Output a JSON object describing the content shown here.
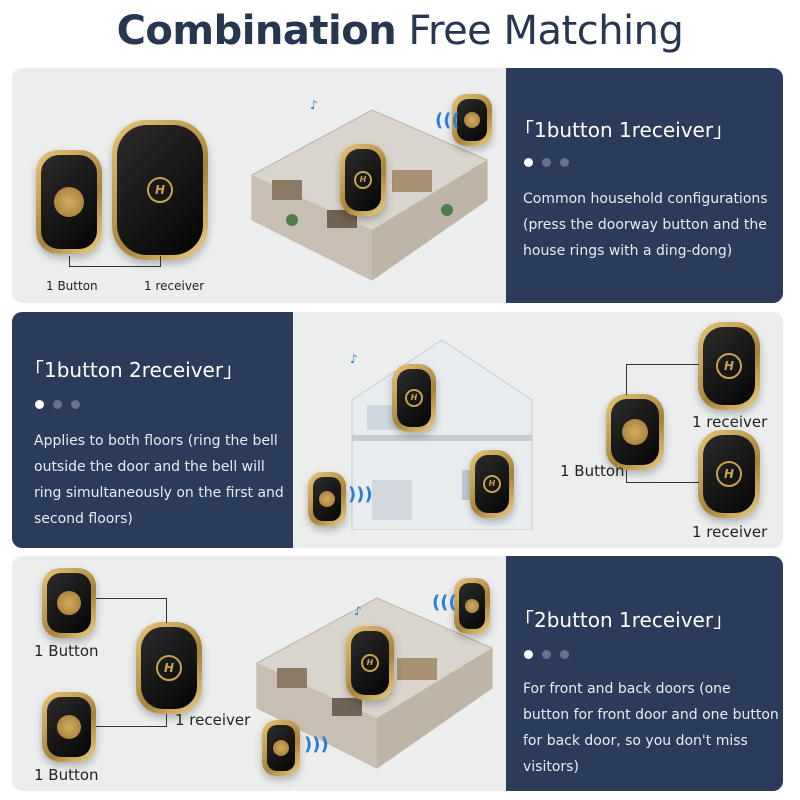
{
  "title": {
    "bold": "Combination",
    "light": "Free Matching"
  },
  "panels": [
    {
      "heading": "「1button 1receiver」",
      "description": "Common household configurations (press the doorway button and the house rings with a ding-dong)",
      "labels": {
        "button": "1 Button",
        "receiver": "1 receiver"
      }
    },
    {
      "heading": "「1button 2receiver」",
      "description": "Applies to both floors (ring the bell outside the door and the bell will ring simultaneously on the first and second floors)",
      "labels": {
        "button": "1 Button",
        "receiver_top": "1 receiver",
        "receiver_bottom": "1 receiver"
      }
    },
    {
      "heading": "「2button 1receiver」",
      "description": "For front and back doors (one button for front door and one button for back door, so you don't miss visitors)",
      "labels": {
        "button_top": "1 Button",
        "button_bottom": "1 Button",
        "receiver": "1 receiver"
      }
    }
  ],
  "colors": {
    "navy": "#2a3c59",
    "gold": "#c9a050",
    "panel_bg": "#eceded",
    "title": "#27374f"
  },
  "icons": [
    "doorbell-button-icon",
    "doorbell-receiver-icon",
    "house-scene-icon",
    "signal-wave-icon",
    "music-note-icon"
  ]
}
